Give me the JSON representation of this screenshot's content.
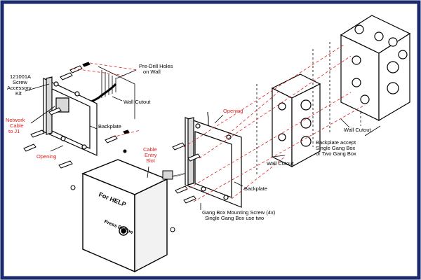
{
  "colors": {
    "frame_border": "#1a2a6c",
    "ink": "#000000",
    "callout_red": "#e0201f",
    "part_fill": "#ffffff",
    "shade": "#d8d8d8"
  },
  "labels": {
    "kit_line1": "121001A",
    "kit_line2": "Screw",
    "kit_line3": "Accessory",
    "kit_line4": "Kit",
    "predrill_line1": "Pre-Drill Holes",
    "predrill_line2": "on Wall",
    "wall_cutout_left": "Wall Cutout",
    "network_line1": "Network",
    "network_line2": "Cable",
    "network_line3": "to J1",
    "backplate_left": "Backplate",
    "opening_left": "Opening",
    "cable_line1": "Cable",
    "cable_line2": "Entry",
    "cable_line3": "Slot",
    "opening_right": "Opening",
    "wall_cutout_mid": "Wall Cutout",
    "wall_cutout_right": "Wall Cutout",
    "backplate_right": "Backplate",
    "accept_line1": "Backplate accept",
    "accept_line2": "Single Gang Box",
    "accept_line3": "or Two Gang Box",
    "screw_line1": "Gang Box Mounting Screw (4x)",
    "screw_line2": "Single Gang Box use two",
    "cover_top": "For HELP",
    "cover_bottom": "Press Button"
  }
}
